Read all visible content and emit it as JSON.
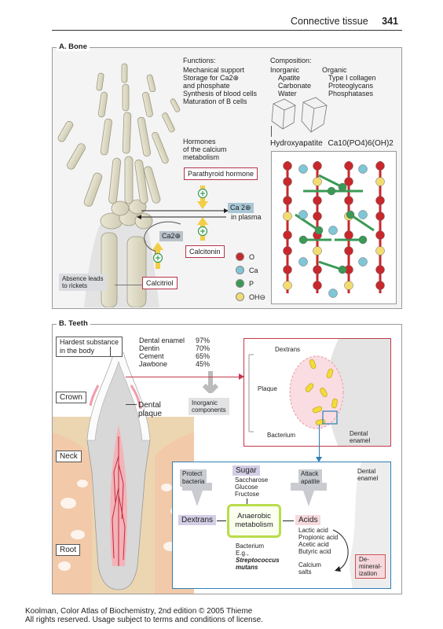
{
  "header": {
    "section": "Connective tissue",
    "page": "341"
  },
  "bone": {
    "title": "A. Bone",
    "functions_heading": "Functions:",
    "functions": [
      "Mechanical support",
      "Storage for Ca2⊕",
      "and phosphate",
      "Synthesis of blood cells",
      "Maturation of B cells"
    ],
    "composition_heading": "Composition:",
    "inorganic_heading": "Inorganic",
    "inorganic": [
      "Apatite",
      "Carbonate",
      "Water"
    ],
    "organic_heading": "Organic",
    "organic": [
      "Type I collagen",
      "Proteoglycans",
      "Phosphatases"
    ],
    "hormones_label": [
      "Hormones",
      "of the calcium",
      "metabolism"
    ],
    "parathyroid": "Parathyroid hormone",
    "ca_plasma": "Ca 2⊕",
    "in_plasma": "in plasma",
    "ca_bone": "Ca2⊕",
    "calcitonin": "Calcitonin",
    "calcitriol": "Calcitriol",
    "absence_note": [
      "Absence leads",
      "to rickets"
    ],
    "hydroxyapatite": "Hydroxyapatite",
    "formula": "Ca10(PO4)6(OH)2",
    "legend": [
      {
        "label": "O",
        "color": "#c8282c"
      },
      {
        "label": "Ca",
        "color": "#7fc6d6"
      },
      {
        "label": "P",
        "color": "#3a9a55"
      },
      {
        "label": "OH⊖",
        "color": "#f2dc72"
      }
    ]
  },
  "teeth": {
    "title": "B. Teeth",
    "hardest": [
      "Hardest substance",
      "in the body"
    ],
    "substances": [
      {
        "name": "Dental enamel",
        "pct": "97%"
      },
      {
        "name": "Dentin",
        "pct": "70%"
      },
      {
        "name": "Cement",
        "pct": "65%"
      },
      {
        "name": "Jawbone",
        "pct": "45%"
      }
    ],
    "inorganic_components": [
      "Inorganic",
      "components"
    ],
    "dental_plaque": [
      "Dental",
      "plaque"
    ],
    "crown": "Crown",
    "neck": "Neck",
    "root": "Root",
    "dextrans_top": "Dextrans",
    "plaque": "Plaque",
    "bacterium": "Bacterium",
    "dental_enamel_top": [
      "Dental",
      "enamel"
    ],
    "protect_bacteria": [
      "Protect",
      "bacteria"
    ],
    "sugar": "Sugar",
    "sugars": [
      "Saccharose",
      "Glucose",
      "Fructose"
    ],
    "attack_apatite": [
      "Attack",
      "apatite"
    ],
    "dental_enamel_bottom": [
      "Dental",
      "enamel"
    ],
    "dextrans": "Dextrans",
    "anaerobic": [
      "Anaerobic",
      "metabolism"
    ],
    "acids": "Acids",
    "acid_list": [
      "Lactic acid",
      "Propionic acid",
      "Acetic acid",
      "Butyric acid"
    ],
    "bacterium_eg": [
      "Bacterium",
      "E.g.,",
      "Streptococcus",
      "mutans"
    ],
    "calcium_salts": [
      "Calcium",
      "salts"
    ],
    "demineralization": [
      "De-",
      "mineral-",
      "ization"
    ]
  },
  "footer": [
    "Koolman, Color Atlas of Biochemistry, 2nd edition © 2005 Thieme",
    "All rights reserved. Usage subject to terms and conditions of license."
  ]
}
